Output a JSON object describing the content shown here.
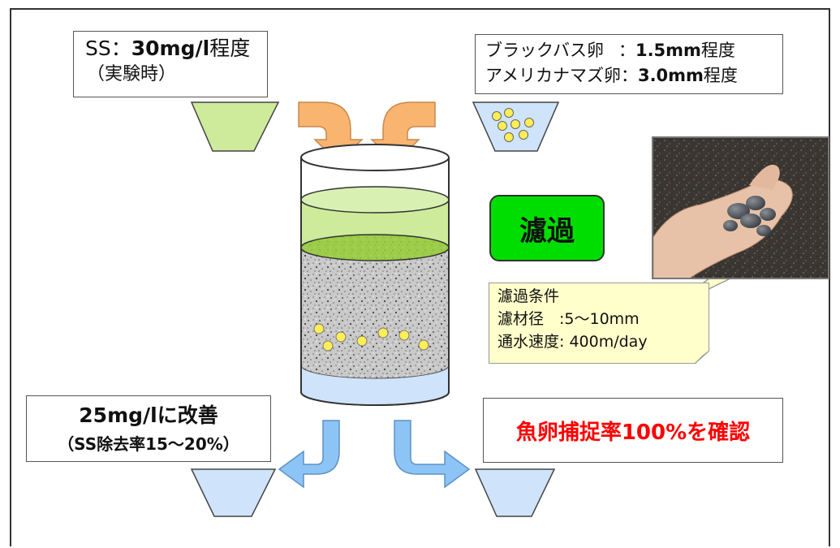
{
  "ss_box": {
    "line1_prefix": "SS：",
    "line1_value": "30mg/l",
    "line1_suffix": "程度",
    "line2": "（実験時）"
  },
  "egg_box": {
    "rows": [
      {
        "name": "ブラックバス卵",
        "sep": "：",
        "value": "1.5mm",
        "suffix": "程度"
      },
      {
        "name": "アメリカナマズ卵",
        "sep": "：",
        "value": "3.0mm",
        "suffix": "程度"
      }
    ]
  },
  "filter_label": "濾過",
  "conditions": {
    "title": "濾過条件",
    "media": "濾材径　:5～10mm",
    "speed": "通水速度: 400m/day"
  },
  "improve_box": {
    "line1": "25mg/lに改善",
    "line2": "（SS除去率15～20%）"
  },
  "capture_text": "魚卵捕捉率100%を確認",
  "colors": {
    "green_light": "#9bd35a",
    "green_fill": "#cdeb9b",
    "arrow_orange": "#f9b46f",
    "arrow_blue": "#8cc4f5",
    "blue_light": "#cfe3fb",
    "egg_yellow": "#ffee55",
    "badge_green": "#00dd00",
    "alert_red": "#ff0000"
  }
}
